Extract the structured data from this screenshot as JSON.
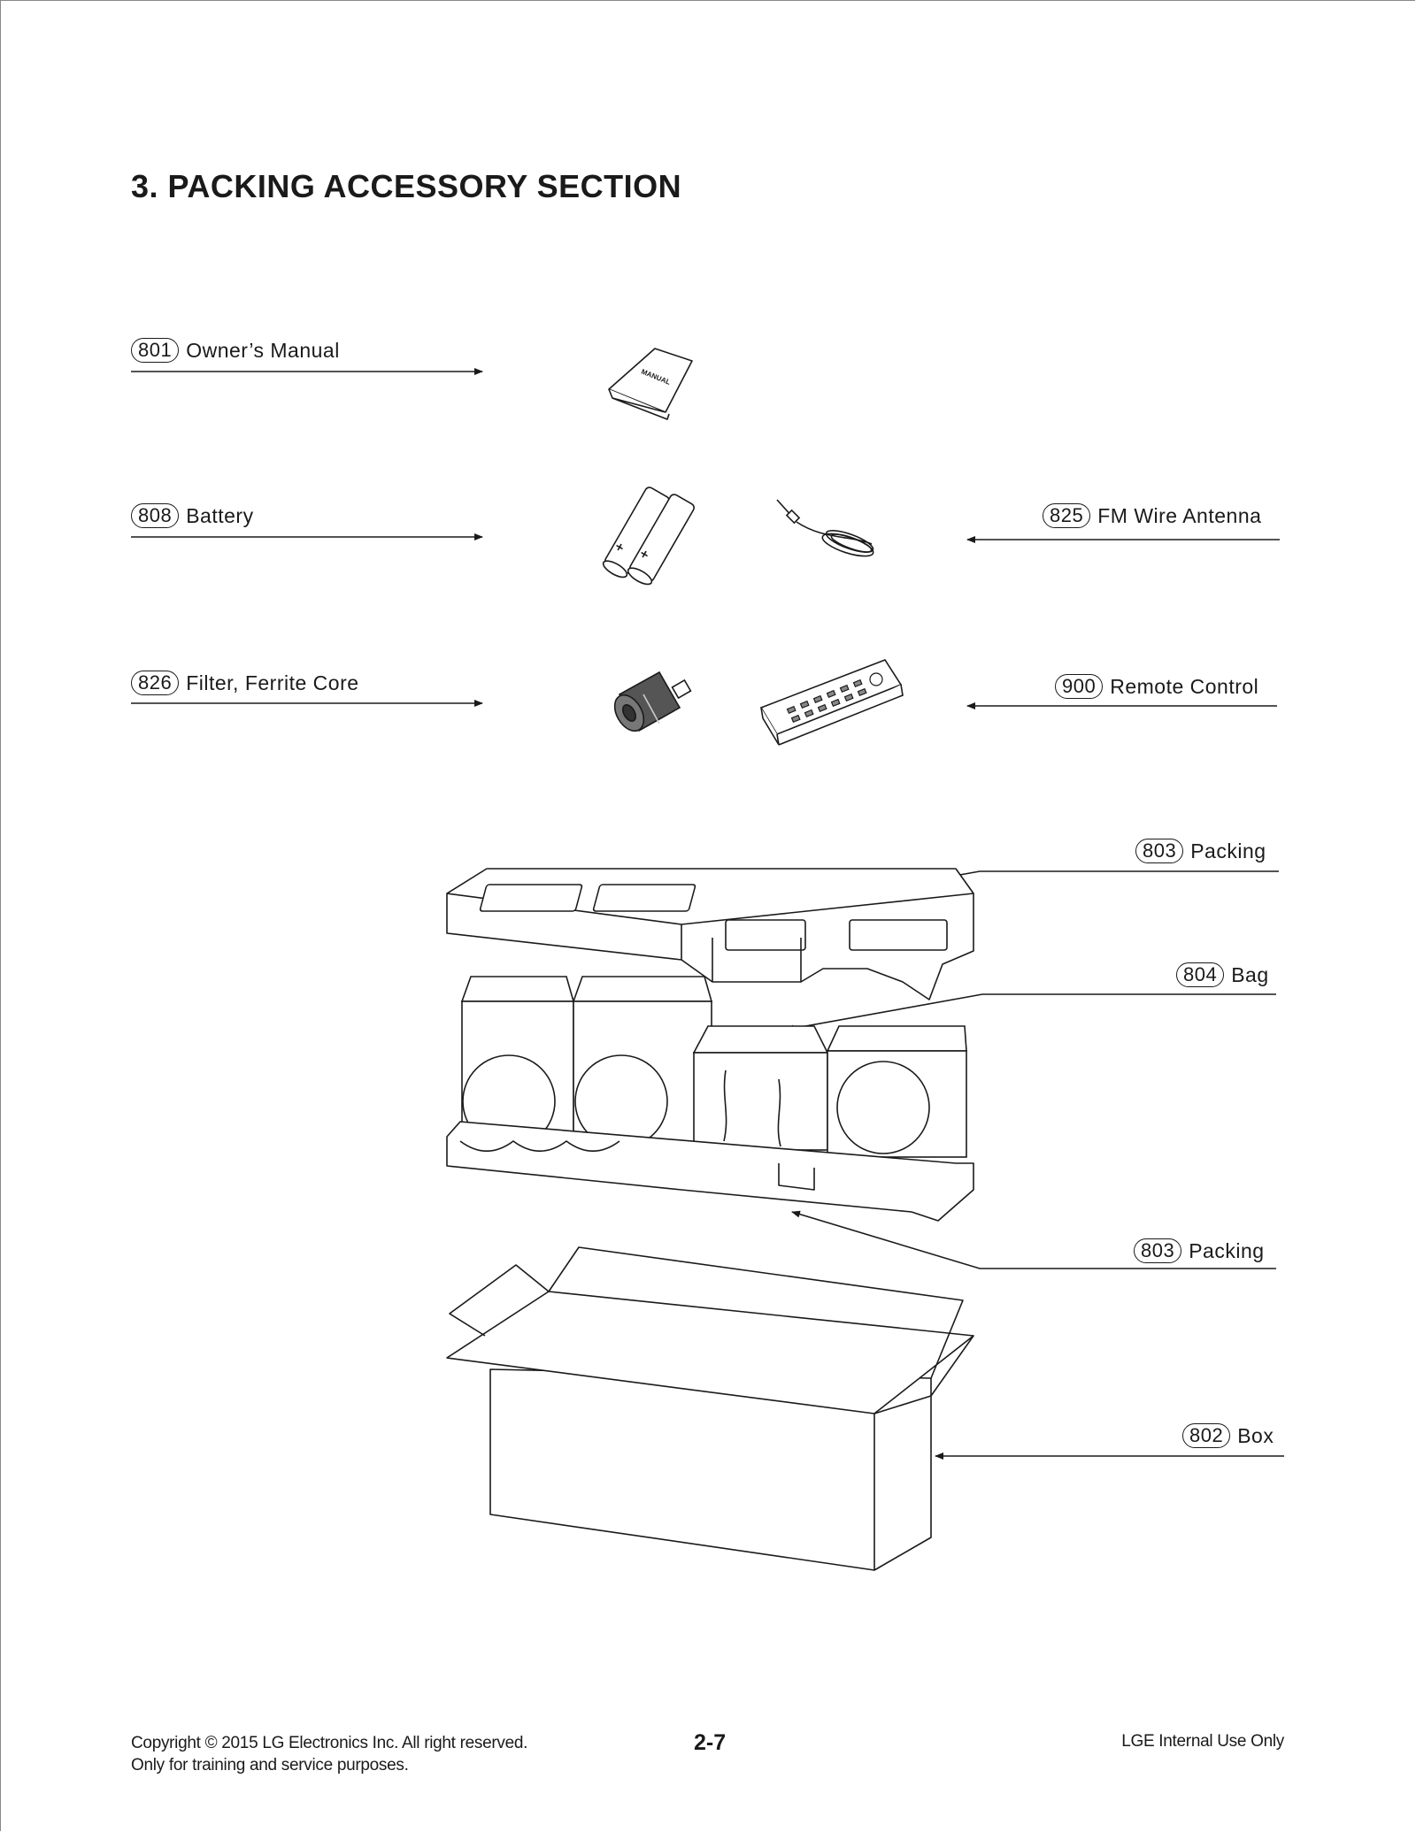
{
  "section_title": "3. PACKING ACCESSORY SECTION",
  "callouts": [
    {
      "num": "801",
      "label": "Owner’s Manual"
    },
    {
      "num": "808",
      "label": "Battery"
    },
    {
      "num": "825",
      "label": "FM Wire Antenna"
    },
    {
      "num": "826",
      "label": "Filter, Ferrite Core"
    },
    {
      "num": "900",
      "label": "Remote Control"
    },
    {
      "num": "803",
      "label": "Packing"
    },
    {
      "num": "804",
      "label": "Bag"
    },
    {
      "num": "803",
      "label": "Packing"
    },
    {
      "num": "802",
      "label": "Box"
    }
  ],
  "manual_cover_text": "MANUAL",
  "footer": {
    "copyright_line1": "Copyright © 2015 LG Electronics Inc. All right reserved.",
    "copyright_line2": "Only for training and service purposes.",
    "page_number": "2-7",
    "internal": "LGE Internal Use Only"
  }
}
